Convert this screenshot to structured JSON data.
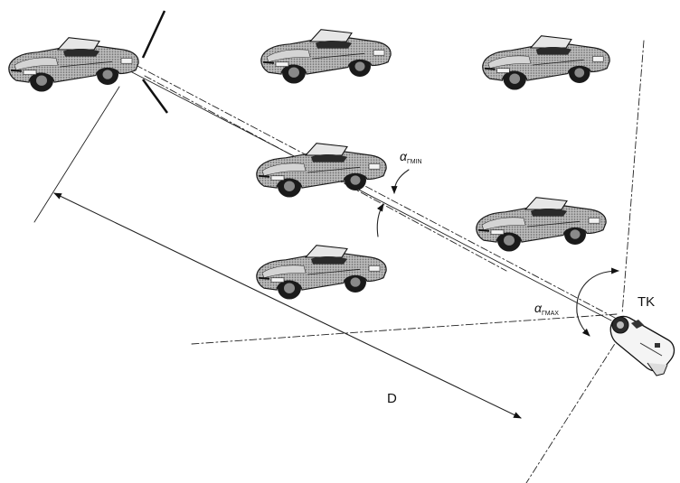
{
  "labels": {
    "alpha_min": {
      "symbol": "α",
      "sub": "ГMIN"
    },
    "alpha_max": {
      "symbol": "α",
      "sub": "ГMAX"
    },
    "distance": "D",
    "device": "TK"
  },
  "icons": [
    "car-icon",
    "thermal-camera-icon"
  ],
  "colors": {
    "ink": "#222222",
    "car_body": "#9a9a9a",
    "background": "#ffffff"
  }
}
